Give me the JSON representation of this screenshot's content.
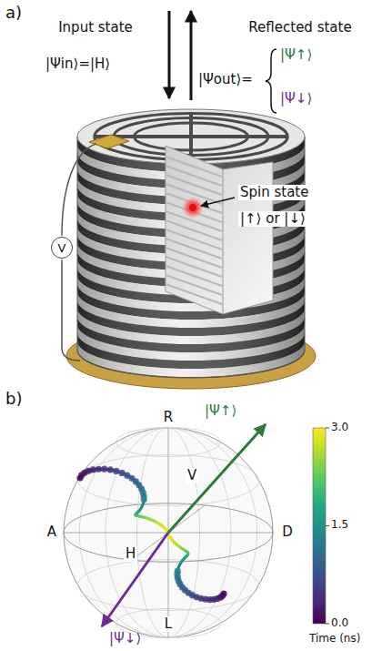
{
  "diagram": {
    "nodes": [
      {
        "text": [
          "V"
        ]
      }
    ],
    "labels": [
      "a)",
      "Input state",
      "Reflected state",
      "|Ψin⟩=|H⟩",
      "|Ψout⟩=",
      "|Ψ↑⟩",
      "|Ψ↓⟩",
      "Spin state",
      "|↑⟩ or |↓⟩",
      "b)",
      "R",
      "A",
      "D",
      "V",
      "H",
      "L",
      "|Ψ↑⟩",
      "|Ψ↓⟩",
      "3.0",
      "1.5",
      "0.0",
      "Time (ns)"
    ]
  }
}
